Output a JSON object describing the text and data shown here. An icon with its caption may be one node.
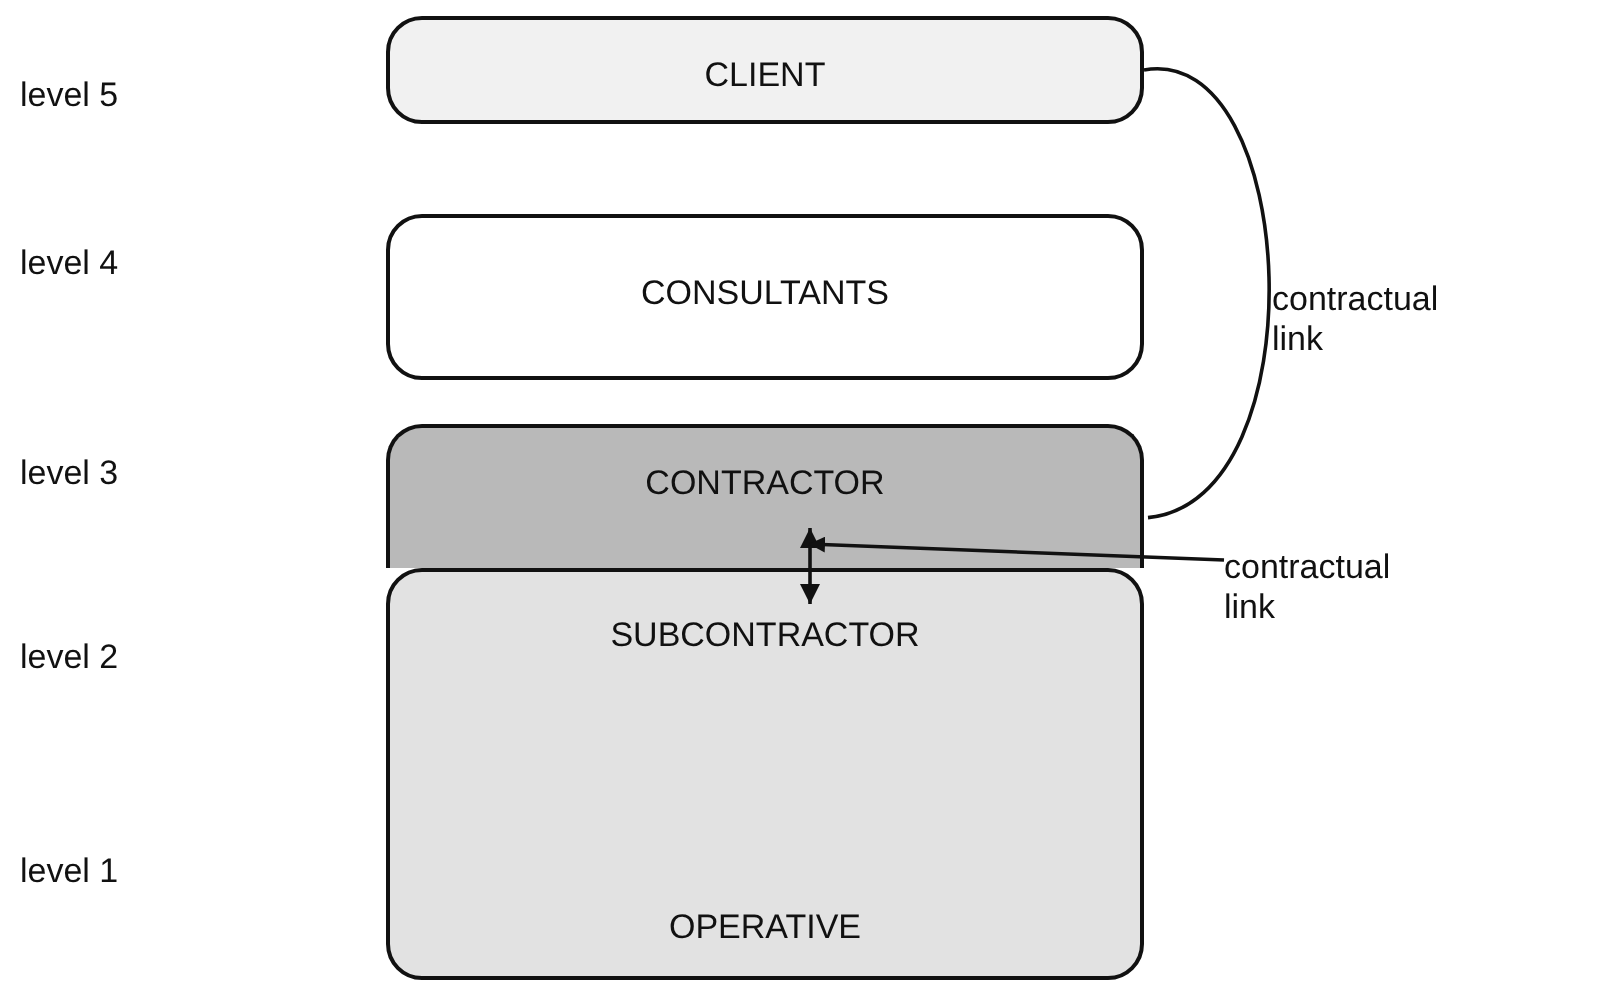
{
  "diagram": {
    "nodes": [
      {
        "text": [
          "CLIENT"
        ]
      },
      {
        "text": [
          "CONSULTANTS"
        ]
      },
      {
        "text": [
          "CONTRACTOR"
        ]
      },
      {
        "text": [
          "SUBCONTRACTOR",
          "OPERATIVE"
        ]
      },
      {
        "text": [
          "contractual link"
        ]
      }
    ],
    "edges": [
      {
        "from": 0,
        "to": 2,
        "arrow": "none",
        "label": "contractual link"
      },
      {
        "from": 2,
        "to": 3,
        "arrow": "both"
      },
      {
        "from": 4,
        "to": 2,
        "arrow": "to"
      }
    ],
    "labels": [
      "level 5",
      "level 4",
      "level 3",
      "level 2",
      "level 1"
    ]
  }
}
